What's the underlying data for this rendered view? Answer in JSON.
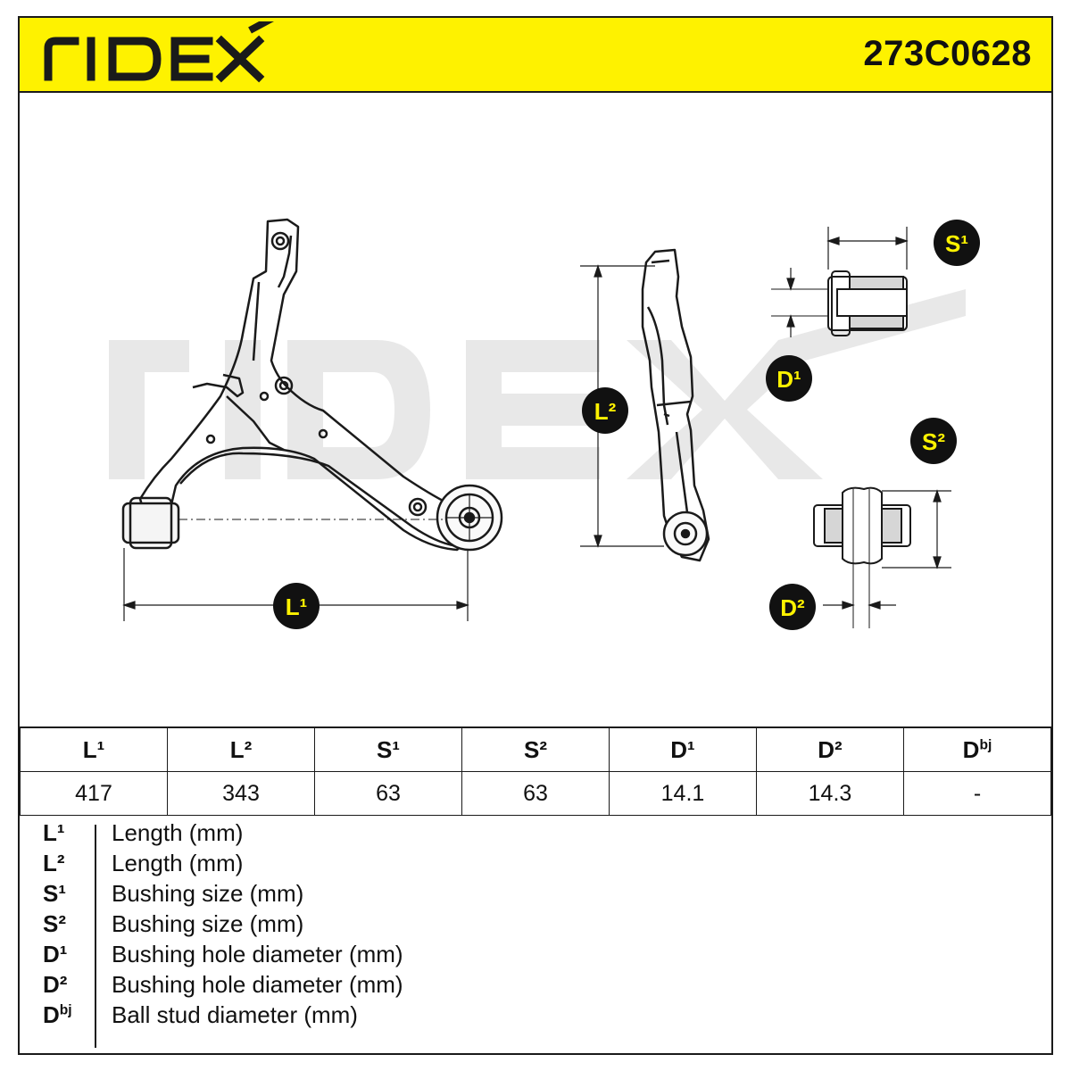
{
  "brand": "RIDEX",
  "part_number": "273C0628",
  "colors": {
    "brand_yellow": "#fef200",
    "badge_fill": "#111111",
    "badge_text": "#fef200",
    "watermark": "#e6e6e6"
  },
  "diagram": {
    "labels": {
      "l1": "L¹",
      "l2": "L²",
      "s1": "S¹",
      "s2": "S²",
      "d1": "D¹",
      "d2": "D²"
    }
  },
  "table": {
    "headers": [
      "L¹",
      "L²",
      "S¹",
      "S²",
      "D¹",
      "D²",
      "Dbj"
    ],
    "values": [
      "417",
      "343",
      "63",
      "63",
      "14.1",
      "14.3",
      "-"
    ]
  },
  "legend": [
    {
      "symbol": "L¹",
      "text": "Length (mm)"
    },
    {
      "symbol": "L²",
      "text": "Length (mm)"
    },
    {
      "symbol": "S¹",
      "text": "Bushing size (mm)"
    },
    {
      "symbol": "S²",
      "text": "Bushing size (mm)"
    },
    {
      "symbol": "D¹",
      "text": "Bushing hole diameter (mm)"
    },
    {
      "symbol": "D²",
      "text": "Bushing hole diameter (mm)"
    },
    {
      "symbol": "Dbj",
      "text": "Ball stud diameter (mm)"
    }
  ]
}
